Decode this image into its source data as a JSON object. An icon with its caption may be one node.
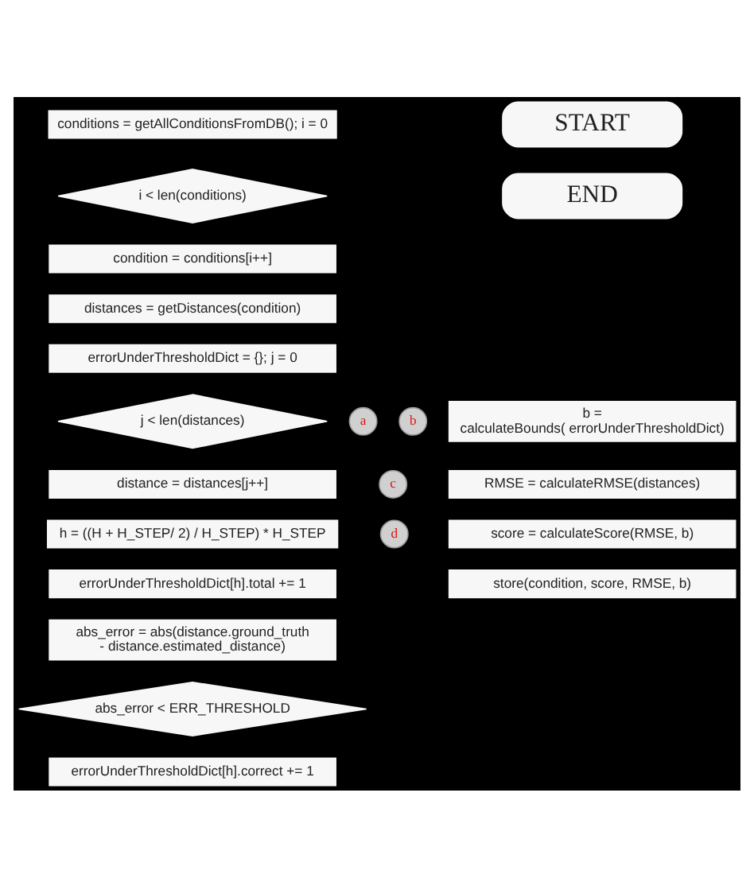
{
  "diagram": {
    "nodes": [
      {
        "text": [
          "conditions = getAllConditionsFromDB(); i = 0"
        ]
      },
      {
        "text": [
          "START"
        ]
      },
      {
        "text": [
          "i < len(conditions)"
        ]
      },
      {
        "text": [
          "END"
        ]
      },
      {
        "text": [
          "condition = conditions[i++]"
        ]
      },
      {
        "text": [
          "distances = getDistances(condition)"
        ]
      },
      {
        "text": [
          "errorUnderThresholdDict = {}; j = 0"
        ]
      },
      {
        "text": [
          "j < len(distances)"
        ]
      },
      {
        "text": [
          "a"
        ]
      },
      {
        "text": [
          "b = calculateBounds( errorUnderThresholdDict)"
        ]
      },
      {
        "text": [
          "b"
        ]
      },
      {
        "text": [
          "distance = distances[j++]"
        ]
      },
      {
        "text": [
          "RMSE = calculateRMSE(distances)"
        ]
      },
      {
        "text": [
          "c"
        ]
      },
      {
        "text": [
          "h = ((H + H_STEP/ 2) / H_STEP) * H_STEP"
        ]
      },
      {
        "text": [
          "score = calculateScore(RMSE, b)"
        ]
      },
      {
        "text": [
          "d"
        ]
      },
      {
        "text": [
          "errorUnderThresholdDict[h].total += 1"
        ]
      },
      {
        "text": [
          "store(condition, score, RMSE, b)"
        ]
      },
      {
        "text": [
          "abs_error = abs(distance.ground_truth - distance.estimated_distance)"
        ]
      },
      {
        "text": [
          "abs_error < ERR_THRESHOLD"
        ]
      },
      {
        "text": [
          "errorUnderThresholdDict[h].correct += 1"
        ]
      }
    ]
  }
}
